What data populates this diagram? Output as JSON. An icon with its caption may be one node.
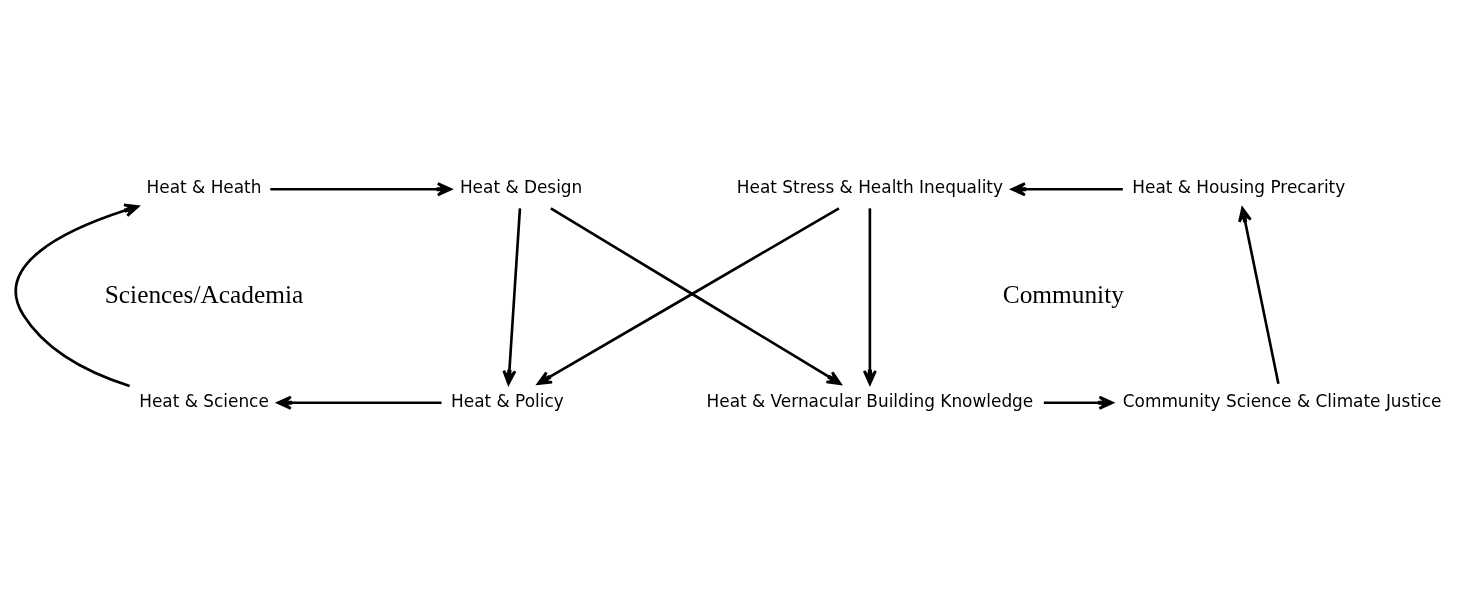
{
  "diagram": {
    "nodes": [
      {
        "text": [
          "Heat & Heath"
        ]
      },
      {
        "text": [
          "Heat & Design"
        ]
      },
      {
        "text": [
          "Heat Stress & Health Inequality"
        ]
      },
      {
        "text": [
          "Heat & Housing Precarity"
        ]
      },
      {
        "text": [
          "Heat & Science"
        ]
      },
      {
        "text": [
          "Heat & Policy"
        ]
      },
      {
        "text": [
          "Heat & Vernacular Building Knowledge"
        ]
      },
      {
        "text": [
          "Community Science & Climate Justice"
        ]
      }
    ],
    "edges": [
      {
        "from": 0,
        "to": 1,
        "arrow": "to"
      },
      {
        "from": 1,
        "to": 5,
        "arrow": "to"
      },
      {
        "from": 5,
        "to": 4,
        "arrow": "to"
      },
      {
        "from": 4,
        "to": 0,
        "arrow": "to"
      },
      {
        "from": 1,
        "to": 6,
        "arrow": "to"
      },
      {
        "from": 2,
        "to": 5,
        "arrow": "to"
      },
      {
        "from": 3,
        "to": 2,
        "arrow": "to"
      },
      {
        "from": 2,
        "to": 6,
        "arrow": "to"
      },
      {
        "from": 6,
        "to": 7,
        "arrow": "to"
      },
      {
        "from": 7,
        "to": 3,
        "arrow": "to"
      }
    ],
    "labels": [
      "Sciences/Academia",
      "Community"
    ]
  }
}
